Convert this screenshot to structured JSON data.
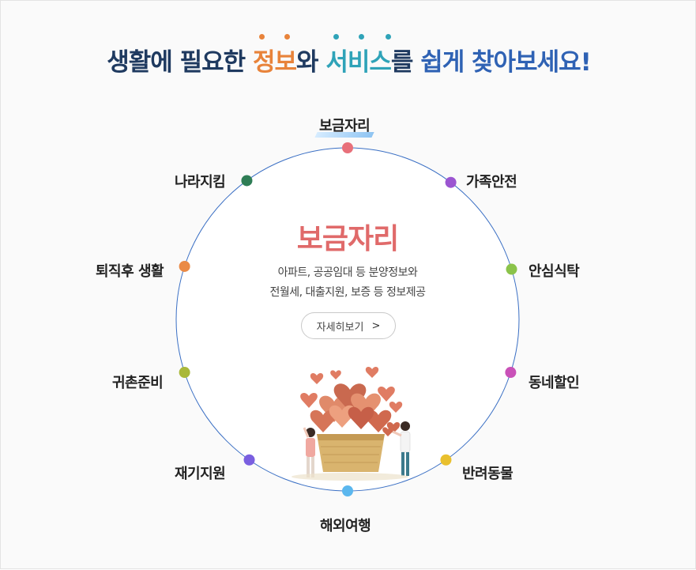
{
  "headline": {
    "part1": "생활에 필요한 ",
    "part2": "정보",
    "part3": "와 ",
    "part4": "서비스",
    "part5": "를 ",
    "part6": "쉽게 찾아보세요!"
  },
  "colors": {
    "navy": "#1f3a60",
    "orange": "#e8833a",
    "teal": "#2fa3b8",
    "blue": "#2f62b4",
    "ring": "#3a6fc4",
    "center_title": "#e06a6a"
  },
  "items": [
    {
      "label": "보금자리",
      "color": "#e8707a",
      "active": true
    },
    {
      "label": "가족안전",
      "color": "#9b55d1",
      "active": false
    },
    {
      "label": "안심식탁",
      "color": "#8bc34a",
      "active": false
    },
    {
      "label": "동네할인",
      "color": "#c951b8",
      "active": false
    },
    {
      "label": "반려동물",
      "color": "#e9c02e",
      "active": false
    },
    {
      "label": "해외여행",
      "color": "#5bb7ee",
      "active": false
    },
    {
      "label": "재기지원",
      "color": "#7a5fe0",
      "active": false
    },
    {
      "label": "귀촌준비",
      "color": "#a9b83a",
      "active": false
    },
    {
      "label": "퇴직후 생활",
      "color": "#ea8a45",
      "active": false
    },
    {
      "label": "나라지킴",
      "color": "#2e7d55",
      "active": false
    }
  ],
  "center": {
    "title": "보금자리",
    "desc_line1": "아파트, 공공임대 등 분양정보와",
    "desc_line2": "전월세, 대출지원, 보증 등 정보제공",
    "more_label": "자세히보기",
    "more_icon": "chevron-right-icon"
  },
  "illustration": "basket-of-hearts-illustration"
}
